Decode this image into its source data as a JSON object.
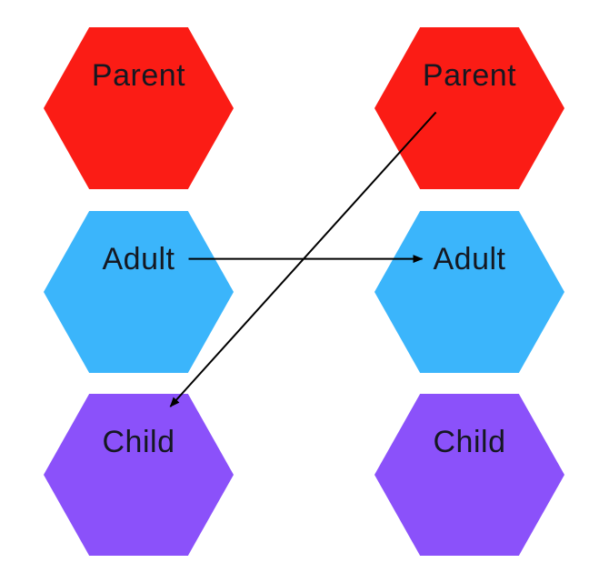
{
  "diagram": {
    "background_color": "#ffffff",
    "text_color": "#151821",
    "arrow_color": "#000000",
    "nodes": [
      {
        "id": "parent-left",
        "label": "Parent",
        "color": "#fb1c15"
      },
      {
        "id": "adult-left",
        "label": "Adult",
        "color": "#3bb5fb"
      },
      {
        "id": "child-left",
        "label": "Child",
        "color": "#8b51fa"
      },
      {
        "id": "parent-right",
        "label": "Parent",
        "color": "#fb1c15"
      },
      {
        "id": "adult-right",
        "label": "Adult",
        "color": "#3bb5fb"
      },
      {
        "id": "child-right",
        "label": "Child",
        "color": "#8b51fa"
      }
    ],
    "connections": [
      {
        "from": "adult-left",
        "to": "adult-right"
      },
      {
        "from": "parent-right",
        "to": "child-left"
      }
    ]
  }
}
